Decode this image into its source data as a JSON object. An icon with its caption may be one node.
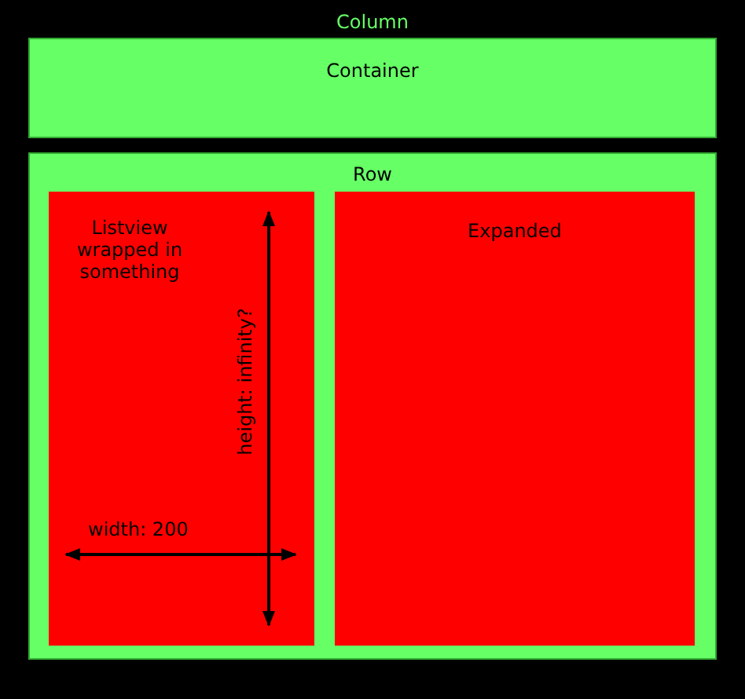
{
  "diagram": {
    "nodes": [
      {
        "text": [
          "Column"
        ]
      },
      {
        "text": [
          "Container"
        ],
        "in": 0
      },
      {
        "text": [
          "Row"
        ],
        "in": 0
      },
      {
        "text": [
          "Listview wrapped in something"
        ],
        "in": 2
      },
      {
        "text": [
          "Expanded"
        ],
        "in": 2
      }
    ],
    "edges": [],
    "labels": [
      "height: infinity?",
      "width: 200"
    ]
  }
}
